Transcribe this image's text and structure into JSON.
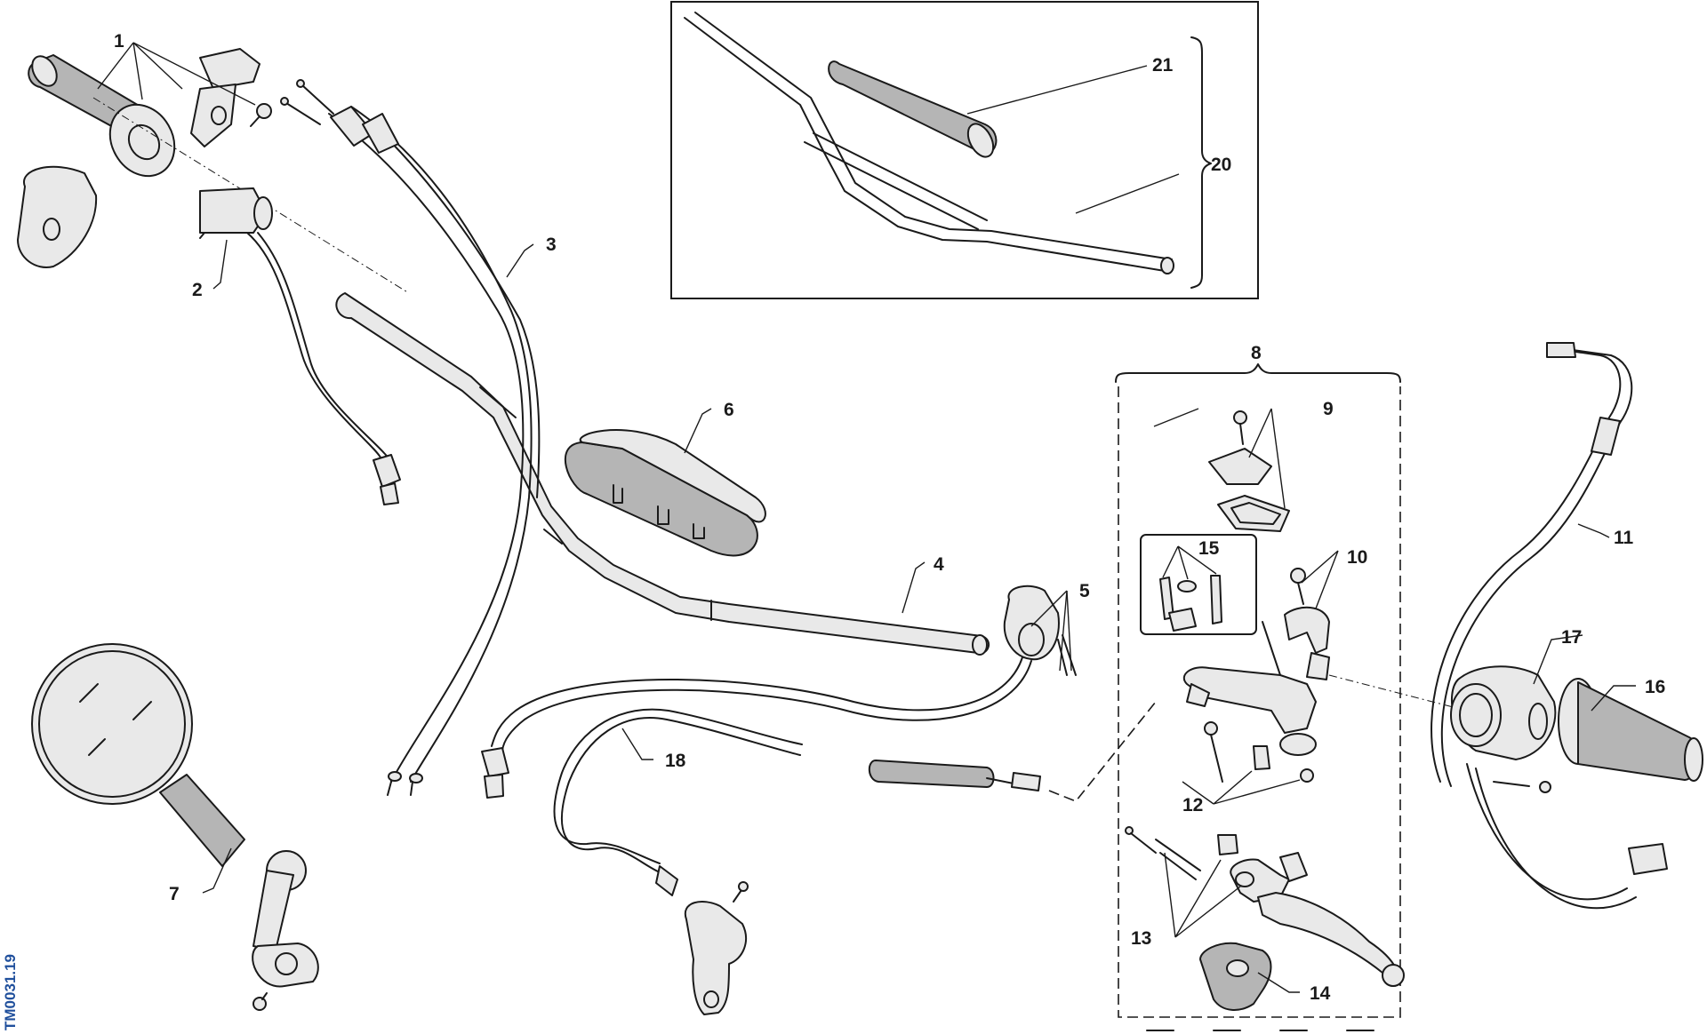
{
  "document_id": "TM0031.19",
  "callouts": [
    "1",
    "2",
    "3",
    "4",
    "5",
    "6",
    "7",
    "8",
    "9",
    "10",
    "11",
    "12",
    "13",
    "14",
    "15",
    "16",
    "17",
    "18",
    "20",
    "21"
  ],
  "colors": {
    "line": "#1a1a1a",
    "part_fill": "#e9e9e9",
    "shaded_fill": "#b5b5b5",
    "doc_id": "#1f4f9c"
  }
}
